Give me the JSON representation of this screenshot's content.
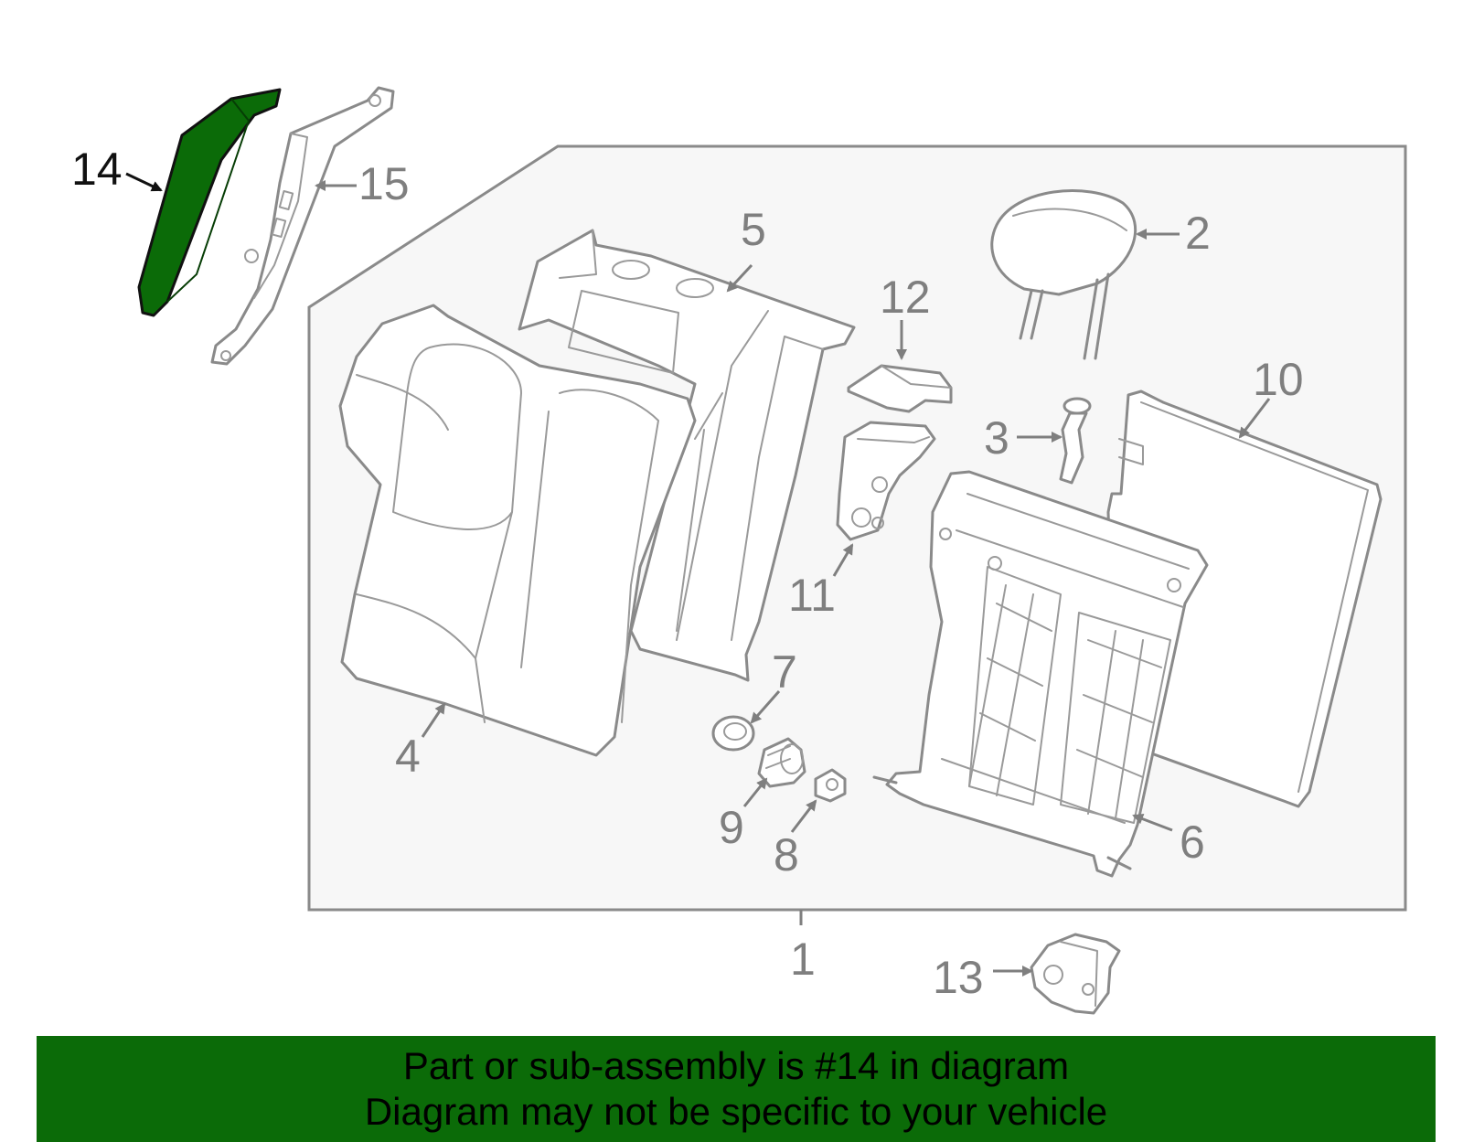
{
  "colors": {
    "highlight": "#0b6b08",
    "line": "#8a8a8a",
    "box_fill": "#f7f7f7",
    "banner": "#0b6b08"
  },
  "callouts": {
    "c1": "1",
    "c2": "2",
    "c3": "3",
    "c4": "4",
    "c5": "5",
    "c6": "6",
    "c7": "7",
    "c8": "8",
    "c9": "9",
    "c10": "10",
    "c11": "11",
    "c12": "12",
    "c13": "13",
    "c14": "14",
    "c15": "15"
  },
  "banner": {
    "line1": "Part or sub-assembly is #14 in diagram",
    "line2": "Diagram may not be specific to your vehicle"
  }
}
